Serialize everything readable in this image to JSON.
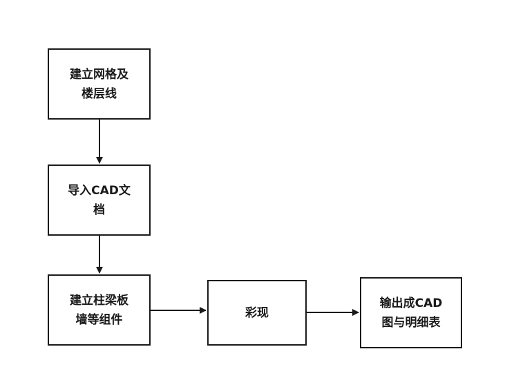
{
  "flowchart": {
    "nodes": [
      {
        "id": "build-grid",
        "label": "建立网格及\n楼层线"
      },
      {
        "id": "import-cad",
        "label": "导入CAD文\n档"
      },
      {
        "id": "build-components",
        "label": "建立柱梁板\n墙等组件"
      },
      {
        "id": "rendering",
        "label": "彩现"
      },
      {
        "id": "export",
        "label": "输出成CAD\n图与明细表"
      }
    ],
    "edges": [
      {
        "from": "build-grid",
        "to": "import-cad"
      },
      {
        "from": "import-cad",
        "to": "build-components"
      },
      {
        "from": "build-components",
        "to": "rendering"
      },
      {
        "from": "rendering",
        "to": "export"
      }
    ],
    "colors": {
      "stroke": "#1a1a1a",
      "fill": "#ffffff",
      "text": "#1a1a1a"
    }
  }
}
